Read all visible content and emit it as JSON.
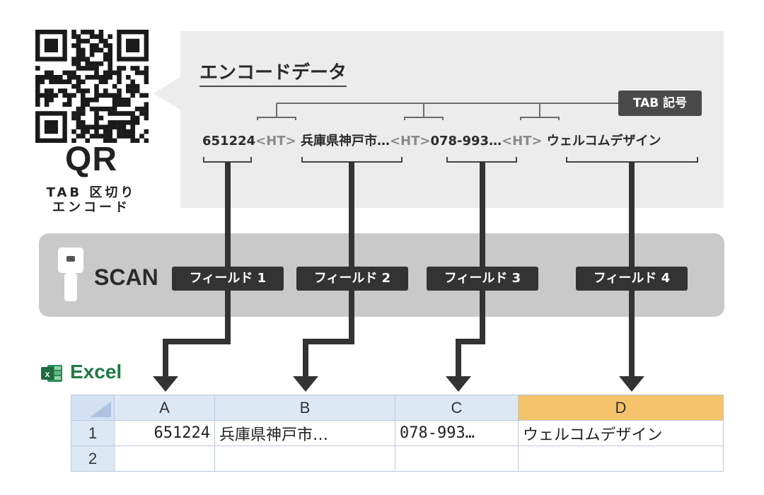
{
  "qr": {
    "label": "QR",
    "sub1": "TAB 区切り",
    "sub2": "エンコード"
  },
  "encode_panel": {
    "title": "エンコードデータ",
    "tab_badge": "TAB 記号",
    "segments": [
      {
        "kind": "val",
        "text": "651224"
      },
      {
        "kind": "ht",
        "text": "<HT>"
      },
      {
        "kind": "val",
        "text": "兵庫県神戸市…"
      },
      {
        "kind": "ht",
        "text": "<HT>"
      },
      {
        "kind": "val",
        "text": "078-993…"
      },
      {
        "kind": "ht",
        "text": "<HT>"
      },
      {
        "kind": "val",
        "text": "ウェルコムデザイン"
      }
    ]
  },
  "scan": {
    "label": "SCAN",
    "fields": [
      "フィールド 1",
      "フィールド 2",
      "フィールド 3",
      "フィールド 4"
    ]
  },
  "excel": {
    "label": "Excel",
    "columns": [
      "A",
      "B",
      "C",
      "D"
    ],
    "selected_column": "D",
    "rows": [
      {
        "row": "1",
        "cells": [
          "651224",
          "兵庫県神戸市…",
          "078-993…",
          "ウェルコムデザイン"
        ]
      },
      {
        "row": "2",
        "cells": [
          "",
          "",
          "",
          ""
        ]
      }
    ]
  },
  "colors": {
    "panel_bg": "#ececec",
    "scan_bg": "#c9c9c9",
    "badge_bg": "#333333",
    "excel_green": "#1f7a45",
    "selected_col": "#f4c36b",
    "header_blue": "#dde8f5"
  }
}
